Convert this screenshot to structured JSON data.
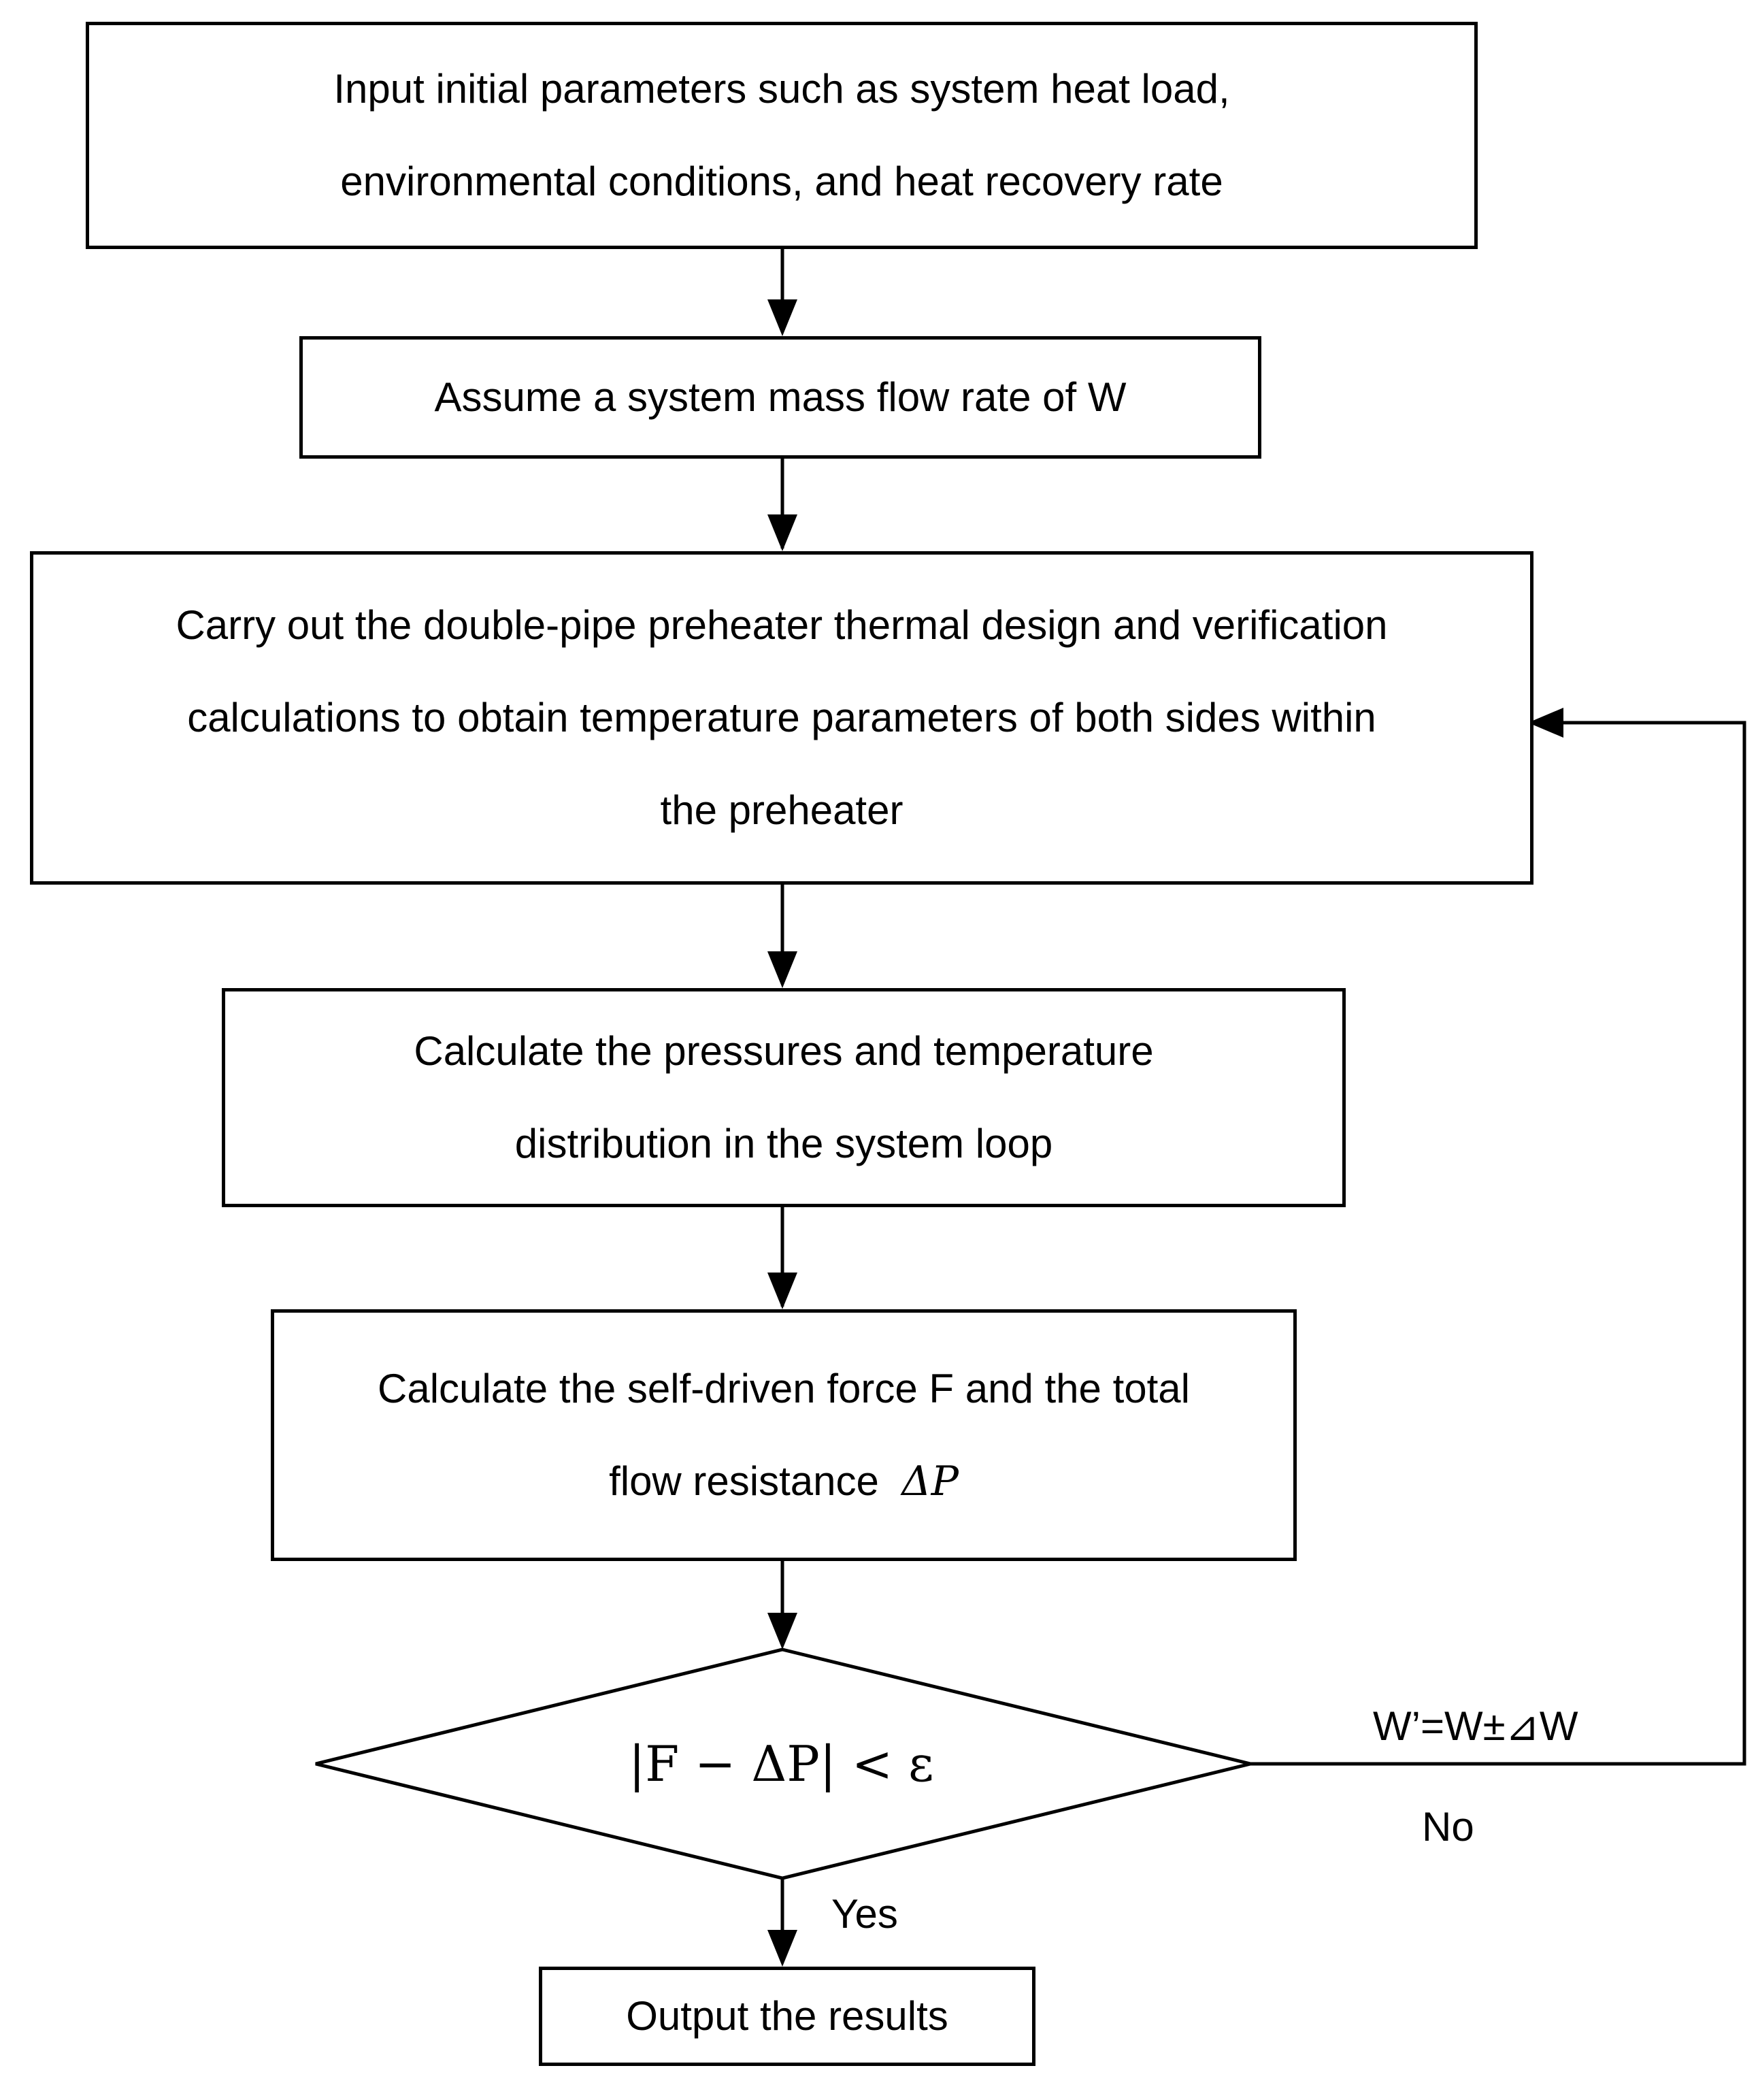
{
  "steps": {
    "input": {
      "line1": "Input initial parameters such as system heat load,",
      "line2": "environmental conditions, and heat recovery rate"
    },
    "assume": {
      "line1": "Assume a system mass flow rate of W"
    },
    "design": {
      "line1": "Carry out the double-pipe preheater thermal design and verification",
      "line2": "calculations to obtain temperature parameters of both sides within",
      "line3": "the preheater"
    },
    "pressures": {
      "line1": "Calculate the pressures and temperature",
      "line2": "distribution in the system loop"
    },
    "force": {
      "line1": "Calculate the self-driven force F and the total",
      "line2": "flow resistance",
      "symbol": "ΔP"
    },
    "decision": {
      "condition": "|F − ΔP| < ε"
    },
    "output": {
      "line1": "Output the results"
    }
  },
  "labels": {
    "yes": "Yes",
    "no": "No",
    "update": "W’=W±⊿W"
  }
}
